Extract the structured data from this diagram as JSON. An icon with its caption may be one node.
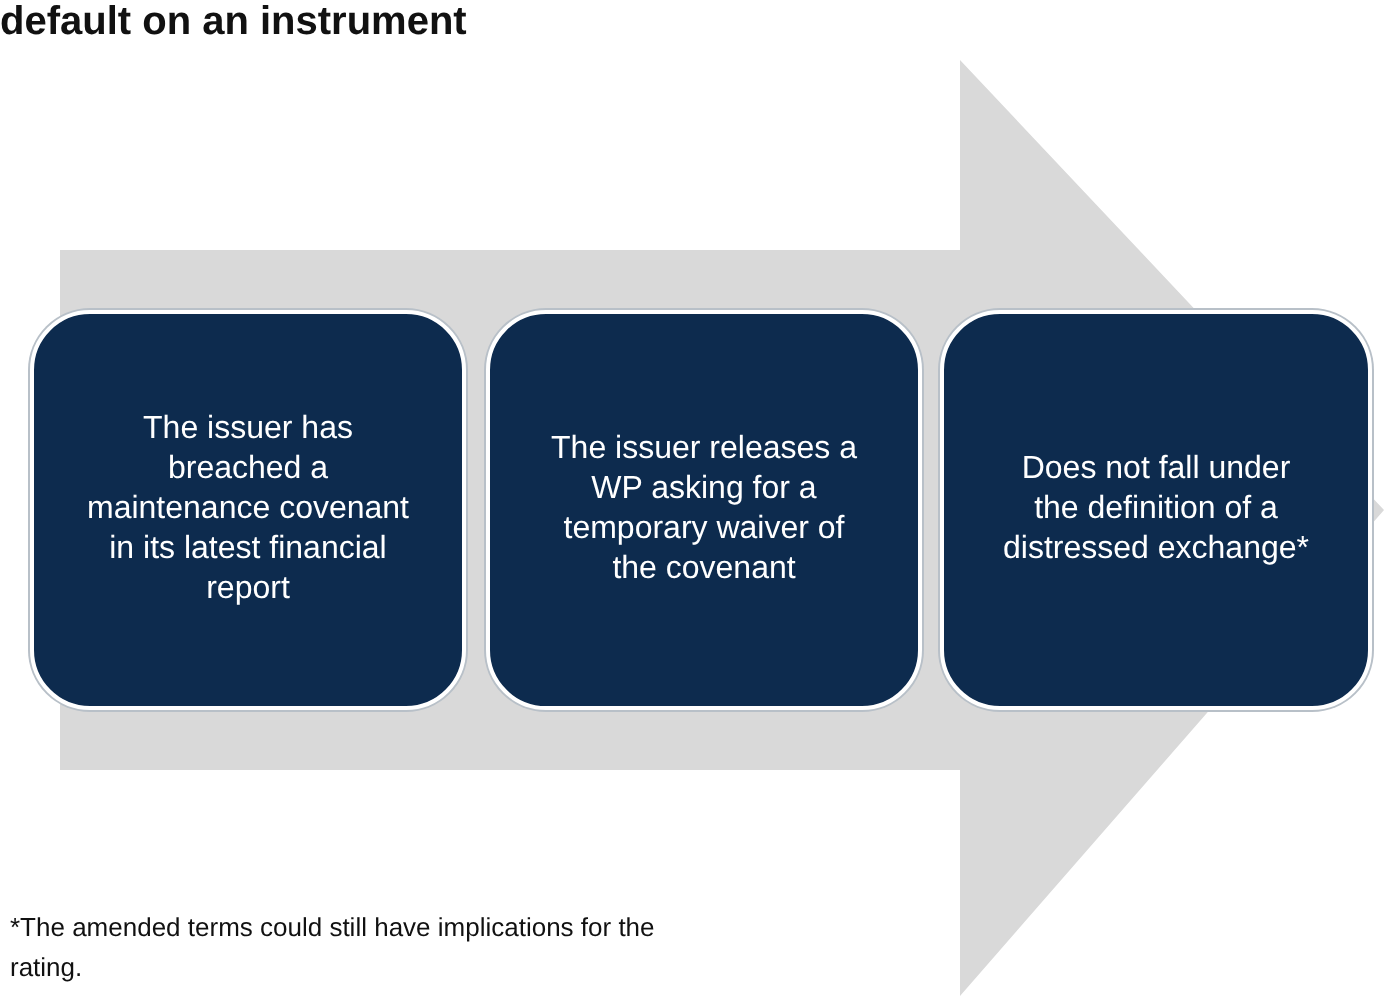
{
  "diagram": {
    "title": "default on an instrument",
    "nodes": [
      {
        "text": [
          "The issuer has breached a maintenance covenant in its latest financial report"
        ]
      },
      {
        "text": [
          "The issuer releases a WP asking for a temporary waiver of the covenant"
        ]
      },
      {
        "text": [
          "Does not fall under the definition of a distressed exchange*"
        ]
      }
    ],
    "edges": [
      {
        "from": 0,
        "to": 2,
        "arrow": "to"
      }
    ],
    "labels": [
      "*The amended terms could still have implications for the rating."
    ]
  }
}
